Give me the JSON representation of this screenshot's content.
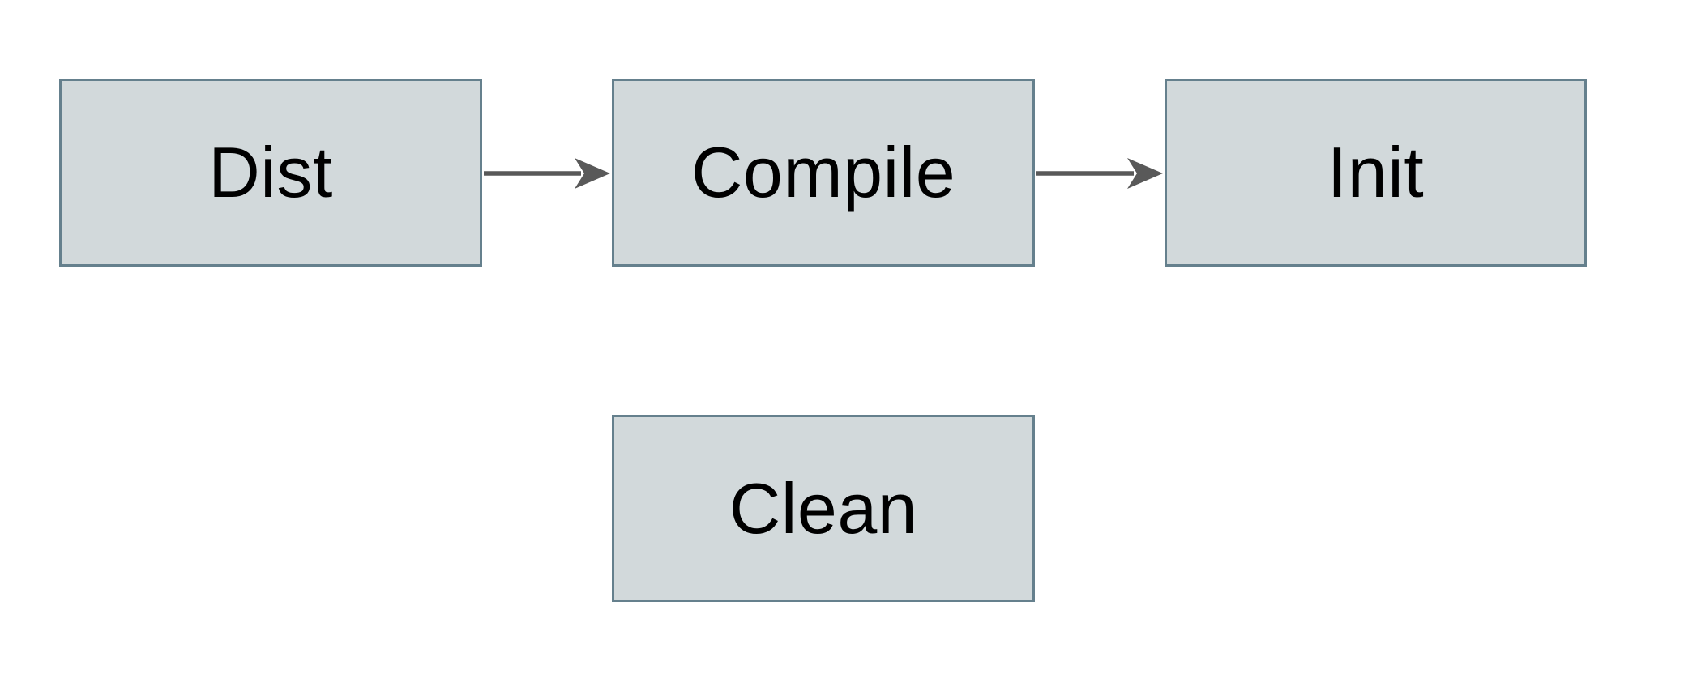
{
  "diagram": {
    "type": "flowchart",
    "background_color": "#ffffff",
    "node_fill_color": "#d2d9db",
    "node_border_color": "#65808d",
    "node_text_color": "#000000",
    "arrow_color": "#595959",
    "nodes": [
      {
        "id": "dist",
        "label": "Dist"
      },
      {
        "id": "compile",
        "label": "Compile"
      },
      {
        "id": "init",
        "label": "Init"
      },
      {
        "id": "clean",
        "label": "Clean"
      }
    ],
    "edges": [
      {
        "from": "Dist",
        "to": "Compile"
      },
      {
        "from": "Compile",
        "to": "Init"
      }
    ]
  }
}
